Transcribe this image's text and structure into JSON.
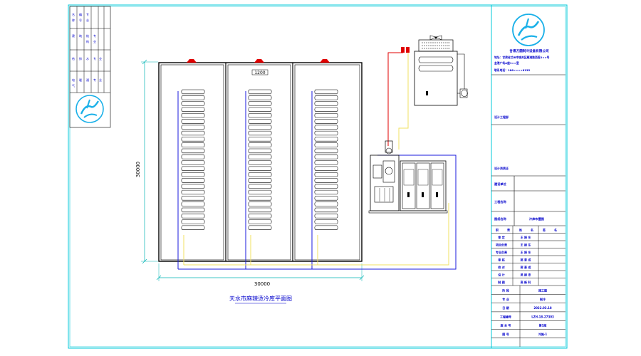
{
  "drawing": {
    "title": "天水市麻辣烫冷库平面图",
    "dim_horizontal": "30000",
    "dim_vertical": "30000",
    "dim_door": "1200"
  },
  "title_block": {
    "company": "甘肃方圆制冷设备有限公司",
    "address": "地址：甘肃省兰州市城关区雁滩路西段3××号金港广场A座1××室",
    "phone": "联系电话：186××××8135",
    "design_dept": "设计工程部",
    "cert": "设计资质证",
    "construction_unit_label": "建设单位",
    "project_name_label": "工程名称",
    "drawing_name_label": "图纸名称",
    "drawing_name_value": "冷库布置图",
    "sig_headers": [
      "职",
      "责",
      "姓",
      "名",
      "签",
      "名"
    ],
    "sig_rows": [
      {
        "role": "审  定",
        "name": "王 振 东"
      },
      {
        "role": "项目负责",
        "name": "王 振 东"
      },
      {
        "role": "专业负责",
        "name": "王 振 东"
      },
      {
        "role": "审  核",
        "name": "郭 景 成"
      },
      {
        "role": "校  对",
        "name": "郭 景 成"
      },
      {
        "role": "设  计",
        "name": "吴 振 忠"
      },
      {
        "role": "制  图",
        "name": "高 新 科"
      }
    ],
    "info_rows": [
      {
        "label": "阶  段",
        "value": "施工图"
      },
      {
        "label": "专  业",
        "value": "制冷"
      },
      {
        "label": "日  期",
        "value": "2022.03.18"
      },
      {
        "label": "工程编号",
        "value": "LZH-18-27303"
      },
      {
        "label": "版 本 号",
        "value": "第1版"
      },
      {
        "label": "图  号",
        "value": "冷施-1"
      }
    ]
  },
  "left_strip": {
    "header_cells": [
      "名",
      "称",
      "编",
      "号",
      "专",
      "业"
    ],
    "row2_cells": [
      "建",
      "筑",
      "结",
      "构",
      "专",
      "业"
    ],
    "row3_cells": [
      "给",
      "排",
      "水",
      "专",
      "业"
    ],
    "row4_cells": [
      "电",
      "气",
      "暖",
      "通",
      "专",
      "业"
    ]
  },
  "colors": {
    "frame": "#00c8d8",
    "ink": "#000000",
    "label": "#0000cc",
    "dim": "#00b4b4",
    "hot_pipe": "#e00000",
    "liquid_pipe": "#f0e060",
    "suction_pipe": "#1a1adc",
    "logo": "#1ab0e8"
  },
  "icons": [
    "company-logo-icon",
    "stamp-logo-icon",
    "fan-icon",
    "evaporator-coil-icon"
  ]
}
